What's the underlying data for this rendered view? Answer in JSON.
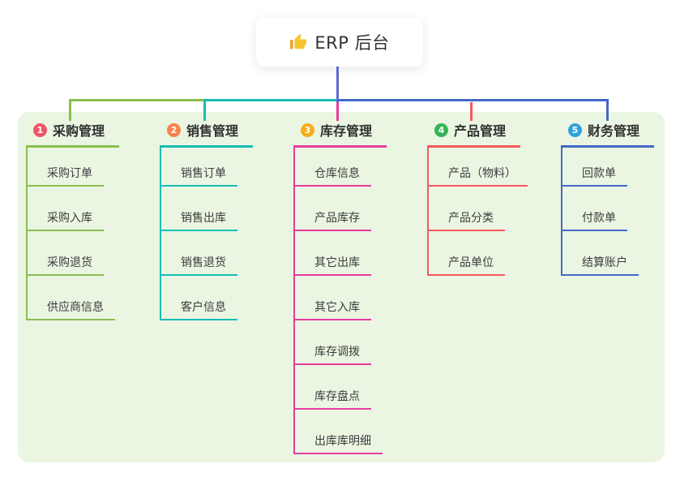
{
  "root": {
    "label": "ERP 后台",
    "icon": "thumbs-up-icon"
  },
  "colors": {
    "page_background": "#ffffff",
    "panel_background": "#EAF6E2",
    "root_line": "#5C6AD0",
    "root_text": "#333333",
    "thumb_yellow": "#F7C431"
  },
  "branches": [
    {
      "number": "1",
      "label": "采购管理",
      "color": "#8BBE4F",
      "badge_color": "#F2566B",
      "children": [
        "采购订单",
        "采购入库",
        "采购退货",
        "供应商信息"
      ]
    },
    {
      "number": "2",
      "label": "销售管理",
      "color": "#17BDB3",
      "badge_color": "#F9824A",
      "children": [
        "销售订单",
        "销售出库",
        "销售退货",
        "客户信息"
      ]
    },
    {
      "number": "3",
      "label": "库存管理",
      "color": "#E93C9D",
      "badge_color": "#F8AD1A",
      "children": [
        "仓库信息",
        "产品库存",
        "其它出库",
        "其它入库",
        "库存调拨",
        "库存盘点",
        "出库库明细"
      ]
    },
    {
      "number": "4",
      "label": "产品管理",
      "color": "#F65A5E",
      "badge_color": "#36B558",
      "children": [
        "产品（物料）",
        "产品分类",
        "产品单位"
      ]
    },
    {
      "number": "5",
      "label": "财务管理",
      "color": "#4468C8",
      "badge_color": "#30A3DC",
      "children": [
        "回款单",
        "付款单",
        "结算账户"
      ]
    }
  ]
}
